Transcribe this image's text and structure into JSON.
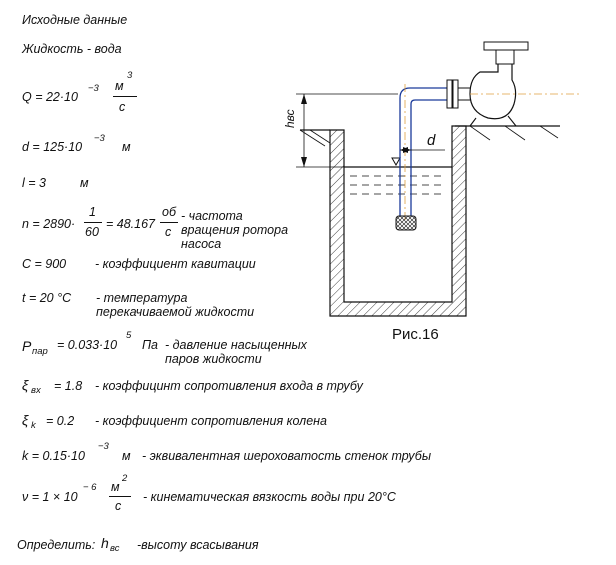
{
  "header": {
    "title": "Исходные данные",
    "fluid": "Жидкость - вода"
  },
  "params": {
    "Q": {
      "lhs": "Q = 22·10",
      "exp": "−3",
      "unit_num": "м",
      "unit_num_exp": "3",
      "unit_den": "с"
    },
    "d": {
      "lhs": "d = 125·10",
      "exp": "−3",
      "unit": "м"
    },
    "l": {
      "text": "l = 3",
      "unit": "м"
    },
    "n": {
      "lhs": "n = 2890·",
      "frac_num": "1",
      "frac_den": "60",
      "eq": "= 48.167",
      "unit_num": "об",
      "unit_den": "с",
      "desc1": "- частота",
      "desc2": "вращения ротора",
      "desc3": "насоса"
    },
    "C": {
      "text": "C = 900",
      "desc": "- коэффициент кавитации"
    },
    "t": {
      "text": "t = 20  °С",
      "desc1": "- температура",
      "desc2": "перекачиваемой жидкости"
    },
    "P": {
      "sym": "P",
      "sub": "пар",
      "eq": "= 0.033·10",
      "exp": "5",
      "unit": "Па",
      "desc1": "- давление насыщенных",
      "desc2": "паров жидкости"
    },
    "xi_in": {
      "sym": "ξ",
      "sub": "вх",
      "eq": "= 1.8",
      "desc": "- коэффицинт сопротивления входа в трубу"
    },
    "xi_k": {
      "sym": "ξ",
      "sub": "k",
      "eq": "= 0.2",
      "desc": "- коэффициент сопротивления колена"
    },
    "k": {
      "lhs": "k = 0.15·10",
      "exp": "−3",
      "unit": "м",
      "desc": "- эквивалентная шероховатость стенок трубы"
    },
    "nu": {
      "lhs": "ν = 1 × 10",
      "exp": "− 6",
      "unit_num": "м",
      "unit_num_exp": "2",
      "unit_den": "с",
      "desc": "- кинематическая вязкость воды при 20°С"
    }
  },
  "task": {
    "label": "Определить:",
    "sym": "h",
    "sub": "вс",
    "desc": "-высоту всасывания"
  },
  "figure": {
    "caption": "Рис.16",
    "dim_h": "hвс",
    "dim_d": "d"
  }
}
